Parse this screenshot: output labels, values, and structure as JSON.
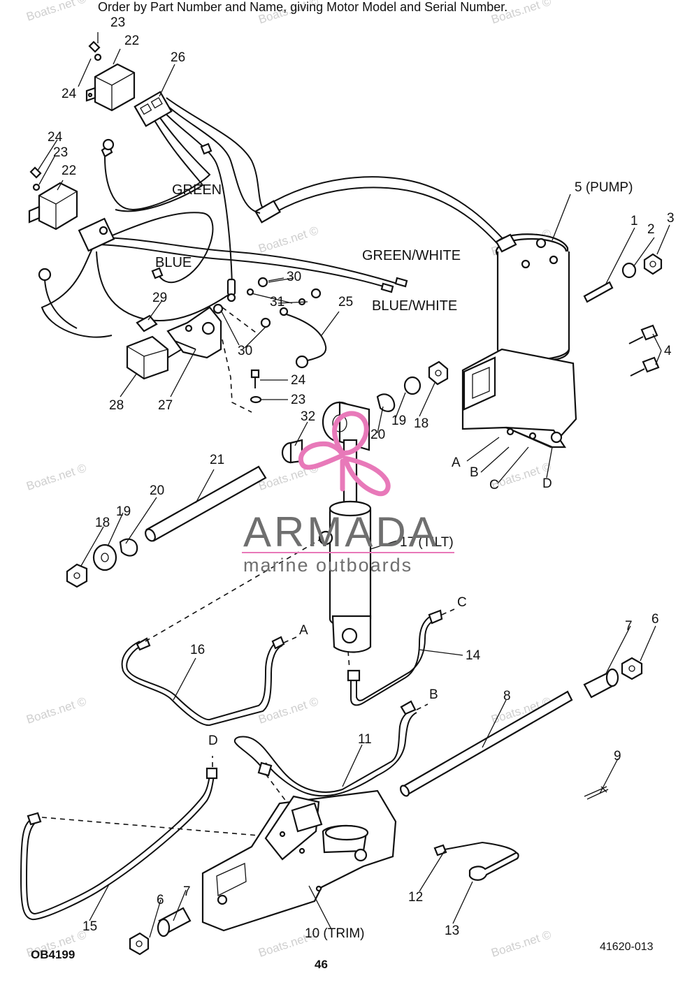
{
  "header": "Order by Part Number and Name, giving Motor Model and Serial Number.",
  "footer": {
    "left_code": "OB4199",
    "page": "46",
    "right_code": "41620-013"
  },
  "watermark": "Boats.net ©",
  "logo": {
    "brand": "ARMADA",
    "tagline": "marine outboards",
    "accent_color": "#e879b9",
    "text_color": "#6f6f6f"
  },
  "wires": {
    "green": "GREEN",
    "blue": "BLUE",
    "green_white": "GREEN/WHITE",
    "blue_white": "BLUE/WHITE"
  },
  "callouts": {
    "n1": "1",
    "n2": "2",
    "n3": "3",
    "n4": "4",
    "n5": "5 (PUMP)",
    "n6a": "6",
    "n6b": "6",
    "n7a": "7",
    "n7b": "7",
    "n8": "8",
    "n9": "9",
    "n10": "10 (TRIM)",
    "n11": "11",
    "n12": "12",
    "n13": "13",
    "n14": "14",
    "n15": "15",
    "n16": "16",
    "n17": "17 (TILT)",
    "n18a": "18",
    "n18b": "18",
    "n19a": "19",
    "n19b": "19",
    "n20a": "20",
    "n20b": "20",
    "n21": "21",
    "n22a": "22",
    "n22b": "22",
    "n23a": "23",
    "n23b": "23",
    "n23c": "23",
    "n24a": "24",
    "n24b": "24",
    "n24c": "24",
    "n25": "25",
    "n26": "26",
    "n27": "27",
    "n28": "28",
    "n29": "29",
    "n30a": "30",
    "n30b": "30",
    "n31": "31",
    "n32": "32"
  },
  "ports": {
    "a": "A",
    "b": "B",
    "c": "C",
    "d": "D",
    "a2": "A",
    "b2": "B",
    "c2": "C",
    "d2": "D"
  }
}
